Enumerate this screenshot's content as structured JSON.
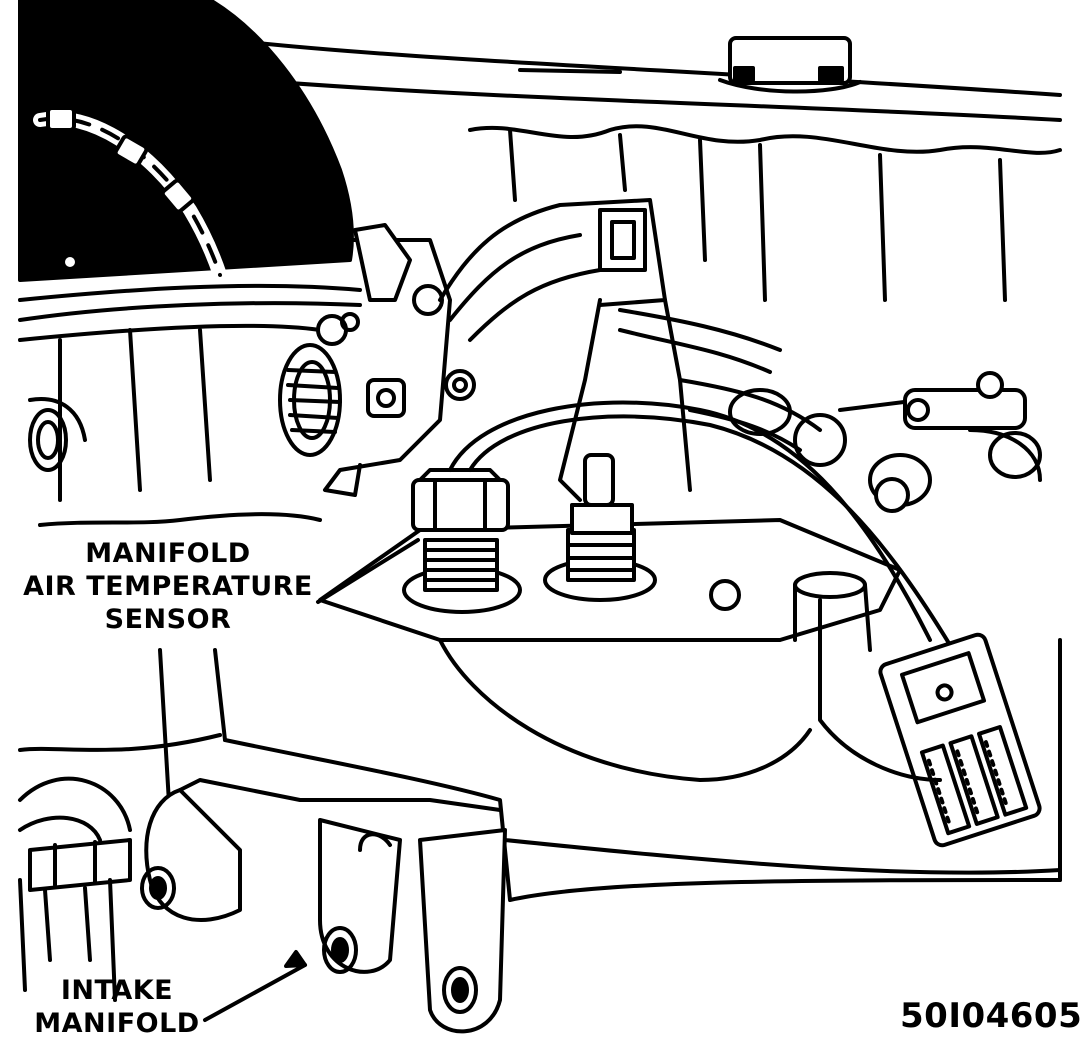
{
  "callouts": {
    "manifold_air_temp_sensor": [
      "MANIFOLD",
      "AIR TEMPERATURE",
      "SENSOR"
    ],
    "intake_manifold": [
      "INTAKE",
      "MANIFOLD"
    ]
  },
  "figure_code": "50I04605"
}
